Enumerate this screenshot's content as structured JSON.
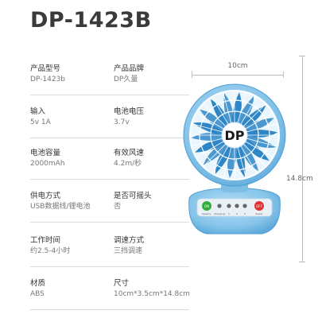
{
  "product": {
    "model_title": "DP-1423B"
  },
  "specs": [
    {
      "left": {
        "label": "产品型号",
        "value": "DP-1423b"
      },
      "right": {
        "label": "产品品牌",
        "value": "DP久量"
      }
    },
    {
      "left": {
        "label": "输入",
        "value": "5v  1A"
      },
      "right": {
        "label": "电池电压",
        "value": "3.7v"
      }
    },
    {
      "left": {
        "label": "电池容量",
        "value": "2000mAh"
      },
      "right": {
        "label": "有效风速",
        "value": "4.2m/秒"
      }
    },
    {
      "left": {
        "label": "供电方式",
        "value": "USB数据线/锂电池"
      },
      "right": {
        "label": "是否可摇头",
        "value": "否"
      }
    },
    {
      "left": {
        "label": "工作时间",
        "value": "约2.5-4小时"
      },
      "right": {
        "label": "调速方式",
        "value": "三挡调速"
      }
    },
    {
      "left": {
        "label": "材质",
        "value": "ABS"
      },
      "right": {
        "label": "尺寸",
        "value": "10cm*3.5cm*14.8cm"
      }
    }
  ],
  "dimensions": {
    "width_label": "10cm",
    "height_label": "14.8cm"
  },
  "fan_image": {
    "logo": "DP",
    "buttons": [
      {
        "label": "ON",
        "caption": "Speed+"
      },
      {
        "label": "",
        "caption": "Charging"
      },
      {
        "label": "",
        "caption": "1"
      },
      {
        "label": "",
        "caption": "2"
      },
      {
        "label": "",
        "caption": "3"
      },
      {
        "label": "OFF",
        "caption": "Power"
      }
    ],
    "colors": {
      "body": "#8ec9ec",
      "body_dark": "#4f9fd3",
      "grille": "#ffffff",
      "blade": "#2f86c7",
      "on": "#2fae3a",
      "off": "#e23232"
    }
  }
}
